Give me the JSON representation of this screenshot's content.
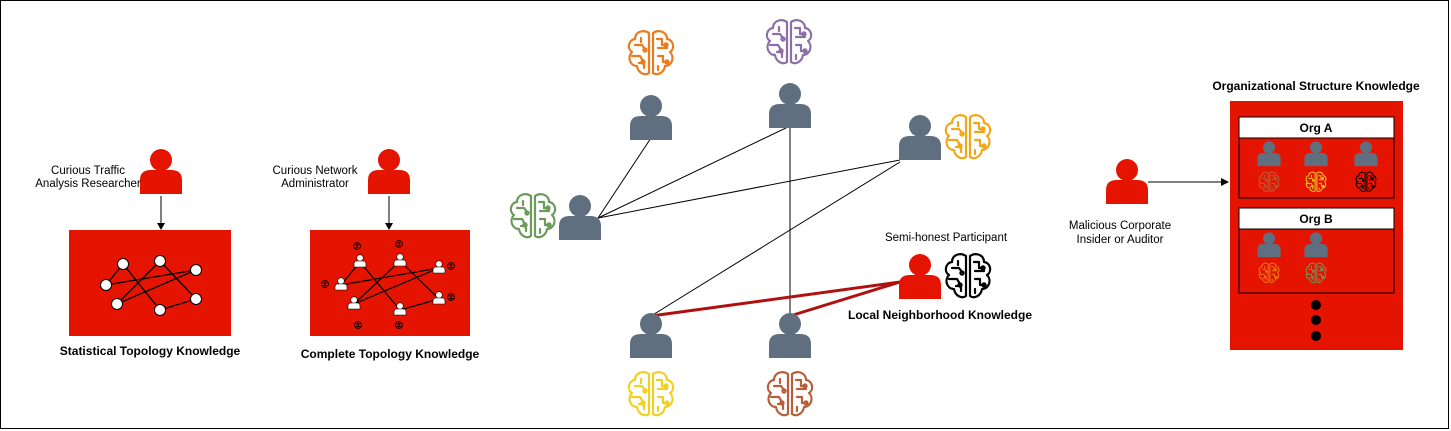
{
  "labels": {
    "curious_traffic_line1": "Curious Traffic",
    "curious_traffic_line2": "Analysis Researcher",
    "curious_admin_line1": "Curious Network",
    "curious_admin_line2": "Administrator",
    "statistical": "Statistical Topology Knowledge",
    "complete": "Complete Topology Knowledge",
    "semi_honest": "Semi-honest Participant",
    "local": "Local Neighborhood Knowledge",
    "malicious_line1": "Malicious Corporate",
    "malicious_line2": "Insider or Auditor",
    "org_structure": "Organizational Structure Knowledge",
    "org_a": "Org A",
    "org_b": "Org B"
  },
  "colors": {
    "red": "#e51400",
    "gray": "#5f6f80",
    "dark_red_edge": "#b01010",
    "brain_orange": "#ed7a1c",
    "brain_purple": "#8d6fa8",
    "brain_gold": "#f0a818",
    "brain_green": "#6b9a5a",
    "brain_yellow": "#f0d020",
    "brain_brown": "#b5603a",
    "brain_black": "#000000"
  }
}
